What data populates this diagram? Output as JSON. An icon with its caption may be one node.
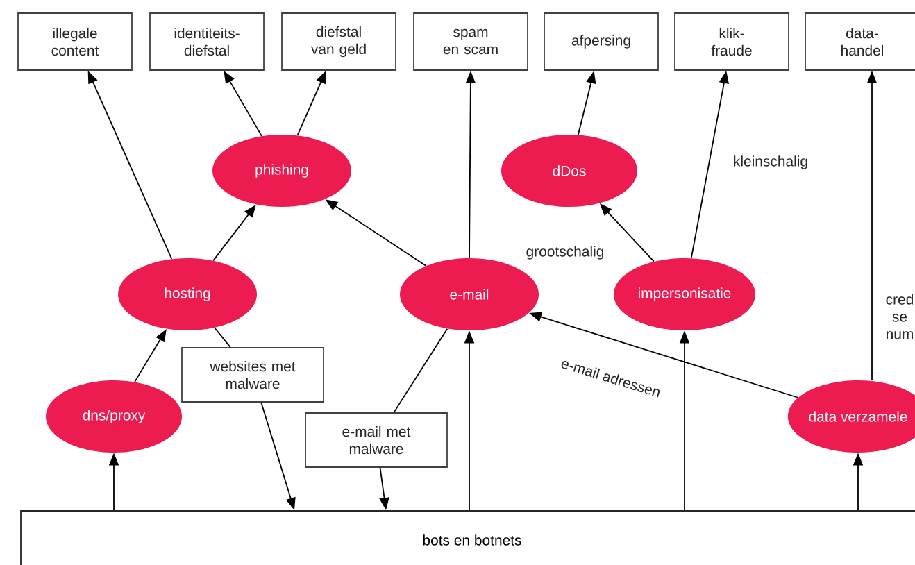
{
  "diagram": {
    "nodes": [
      {
        "text": [
          "illegale content"
        ]
      },
      {
        "text": [
          "identiteits- diefstal"
        ]
      },
      {
        "text": [
          "diefstal van geld"
        ]
      },
      {
        "text": [
          "spam en scam"
        ]
      },
      {
        "text": [
          "afpersing"
        ]
      },
      {
        "text": [
          "klik- fraude"
        ]
      },
      {
        "text": [
          "data- handel"
        ]
      },
      {
        "text": [
          "phishing"
        ]
      },
      {
        "text": [
          "dDos"
        ]
      },
      {
        "text": [
          "hosting"
        ]
      },
      {
        "text": [
          "e-mail"
        ]
      },
      {
        "text": [
          "impersonisatie"
        ]
      },
      {
        "text": [
          "dns/proxy"
        ]
      },
      {
        "text": [
          "data verzamele"
        ]
      },
      {
        "text": [
          "websites met malware"
        ]
      },
      {
        "text": [
          "e-mail met malware"
        ]
      },
      {
        "text": [
          "bots en botnets"
        ]
      }
    ],
    "edges": [
      {
        "from": 9,
        "to": 0,
        "arrow": "to"
      },
      {
        "from": 9,
        "to": 7,
        "arrow": "to"
      },
      {
        "from": 7,
        "to": 1,
        "arrow": "to"
      },
      {
        "from": 7,
        "to": 2,
        "arrow": "to"
      },
      {
        "from": 10,
        "to": 7,
        "arrow": "to"
      },
      {
        "from": 10,
        "to": 3,
        "arrow": "to"
      },
      {
        "from": 8,
        "to": 4,
        "arrow": "to"
      },
      {
        "from": 11,
        "to": 8,
        "arrow": "to",
        "label": "grootschalig"
      },
      {
        "from": 11,
        "to": 5,
        "arrow": "to",
        "label": "kleinschalig"
      },
      {
        "from": 12,
        "to": 9,
        "arrow": "to"
      },
      {
        "from": 13,
        "to": 6,
        "arrow": "to",
        "label": "cred se num"
      },
      {
        "from": 13,
        "to": 10,
        "arrow": "to",
        "label": "e-mail adressen"
      },
      {
        "from": 9,
        "to": 14,
        "arrow": "none"
      },
      {
        "from": 14,
        "to": 16,
        "arrow": "to"
      },
      {
        "from": 10,
        "to": 15,
        "arrow": "none"
      },
      {
        "from": 15,
        "to": 16,
        "arrow": "to"
      },
      {
        "from": 16,
        "to": 12,
        "arrow": "to"
      },
      {
        "from": 16,
        "to": 10,
        "arrow": "to"
      },
      {
        "from": 16,
        "to": 11,
        "arrow": "to"
      },
      {
        "from": 16,
        "to": 13,
        "arrow": "to"
      }
    ]
  }
}
